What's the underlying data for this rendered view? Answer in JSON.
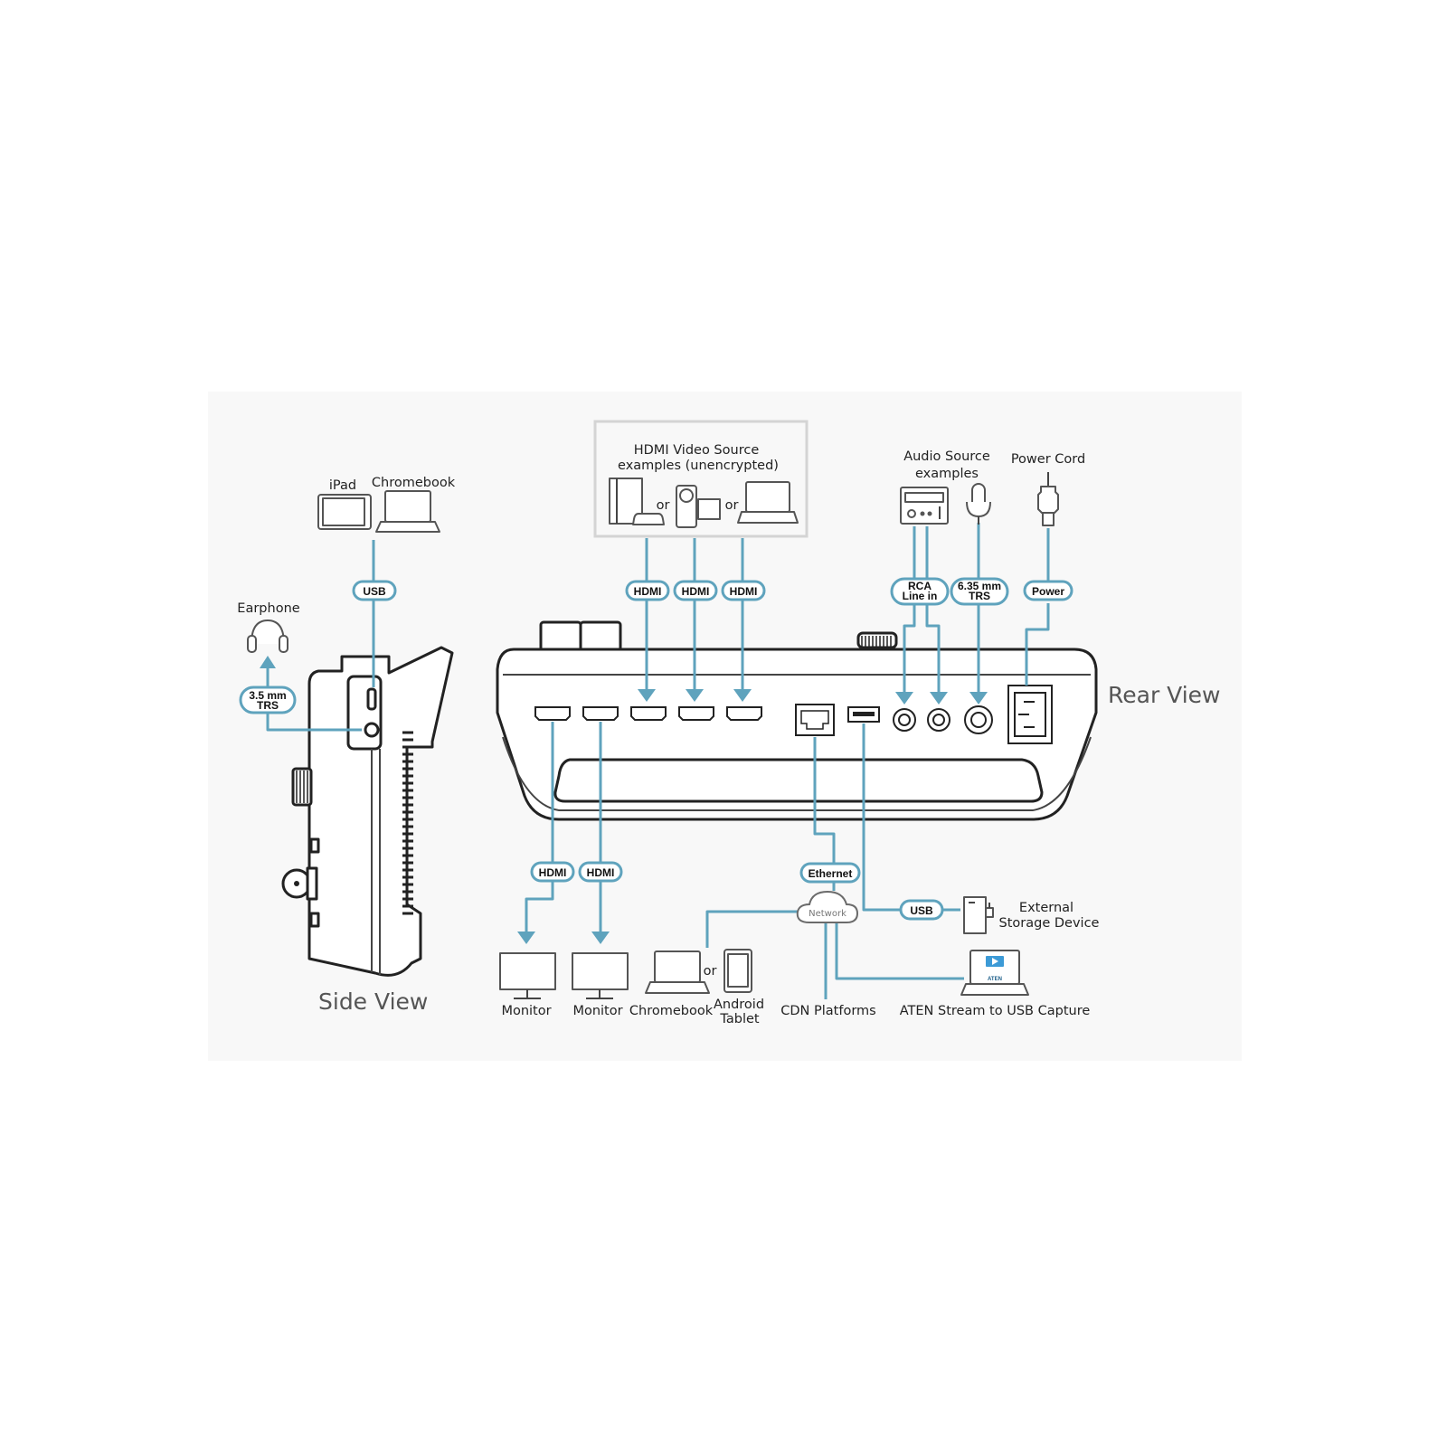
{
  "views": {
    "side": "Side View",
    "rear": "Rear View"
  },
  "top": {
    "ipad": "iPad",
    "chromebook": "Chromebook",
    "earphone": "Earphone",
    "hdmi_source_line1": "HDMI Video Source",
    "hdmi_source_line2": "examples (unencrypted)",
    "or": "or",
    "audio_source_line1": "Audio Source",
    "audio_source_line2": "examples",
    "power_cord": "Power Cord"
  },
  "cables": {
    "usb": "USB",
    "trs35_line1": "3.5 mm",
    "trs35_line2": "TRS",
    "hdmi": "HDMI",
    "rca_line1": "RCA",
    "rca_line2": "Line in",
    "trs635_line1": "6.35 mm",
    "trs635_line2": "TRS",
    "power": "Power",
    "ethernet": "Ethernet",
    "network": "Network"
  },
  "bottom": {
    "monitor": "Monitor",
    "chromebook": "Chromebook",
    "or": "or",
    "android_line1": "Android",
    "android_line2": "Tablet",
    "cdn": "CDN Platforms",
    "aten_capture": "ATEN Stream to USB Capture",
    "ext_line1": "External",
    "ext_line2": "Storage Device",
    "aten_logo": "ATEN"
  },
  "colors": {
    "cable": "#5fa3bd",
    "outline": "#222222",
    "background": "#f8f8f8"
  }
}
